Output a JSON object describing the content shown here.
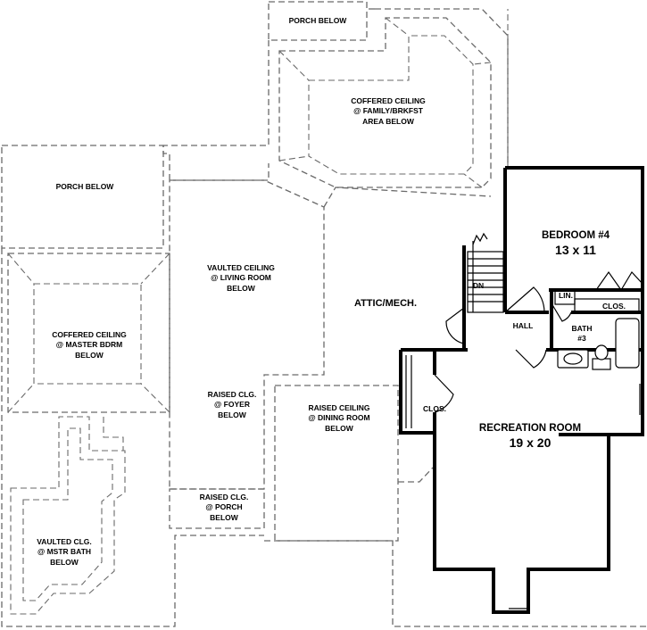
{
  "labels": {
    "porch_below_top": "PORCH BELOW",
    "coffered_family": "COFFERED CEILING\n@ FAMILY/BRKFST\nAREA BELOW",
    "porch_below_left": "PORCH BELOW",
    "vaulted_living": "VAULTED CEILING\n@ LIVING ROOM\nBELOW",
    "attic_mech": "ATTIC/MECH.",
    "coffered_master": "COFFERED CEILING\n@ MASTER BDRM\nBELOW",
    "raised_foyer": "RAISED CLG.\n@ FOYER\nBELOW",
    "raised_dining": "RAISED CEILING\n@ DINING ROOM\nBELOW",
    "raised_porch": "RAISED CLG.\n@ PORCH\nBELOW",
    "vaulted_mstr_bath": "VAULTED CLG.\n@ MSTR BATH\nBELOW",
    "dn": "DN",
    "hall": "HALL",
    "lin": "LIN.",
    "clos_bedroom": "CLOS.",
    "clos_rec": "CLOS.",
    "bath": "BATH\n#3"
  },
  "rooms": {
    "bedroom4": {
      "name": "BEDROOM #4",
      "size": "13 x 11"
    },
    "recreation": {
      "name": "RECREATION ROOM",
      "size": "19 x 20"
    }
  }
}
